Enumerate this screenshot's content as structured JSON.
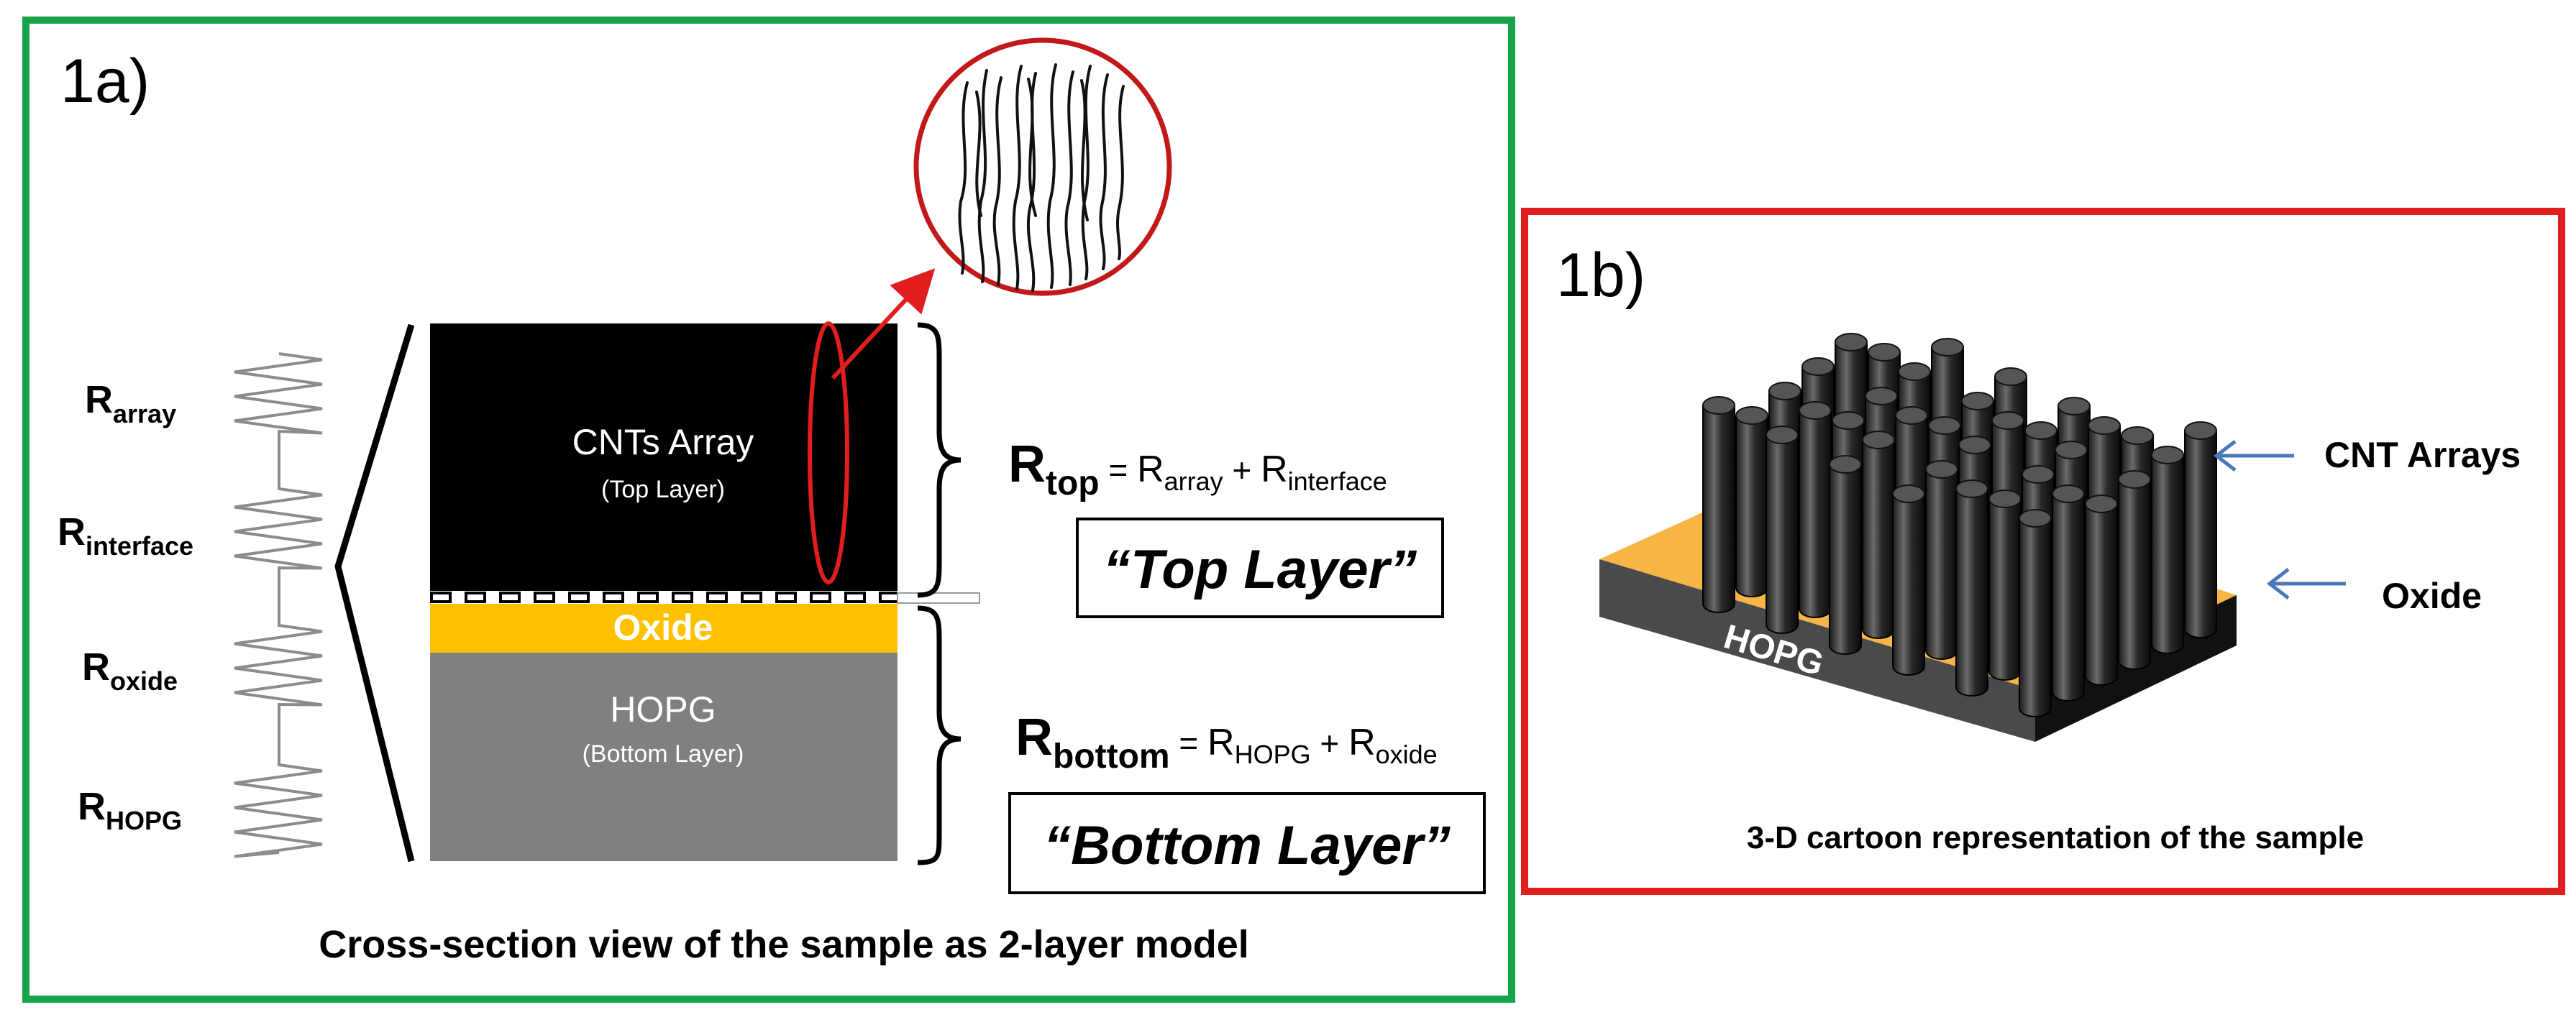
{
  "colors": {
    "panel_a_border": "#16a34a",
    "panel_b_border": "#e11d1d",
    "cnt_layer": "#000000",
    "oxide": "#ffc000",
    "hopg": "#808080",
    "highlight_red": "#e11d1d",
    "arrow_blue": "#4a78b8",
    "spring": "#8c8c8c"
  },
  "panel_a": {
    "label": "1a)",
    "resistors": [
      {
        "base": "R",
        "sub": "array"
      },
      {
        "base": "R",
        "sub": "interface"
      },
      {
        "base": "R",
        "sub": "oxide"
      },
      {
        "base": "R",
        "sub": "HOPG"
      }
    ],
    "top_block": {
      "title": "CNTs Array",
      "subtitle": "(Top Layer)"
    },
    "oxide_label": "Oxide",
    "bottom_block": {
      "title": "HOPG",
      "subtitle": "(Bottom Layer)"
    },
    "eq_top": {
      "lhs_base": "R",
      "lhs_sub": "top",
      "eq": " = ",
      "t1_base": "R",
      "t1_sub": "array",
      "plus": " + ",
      "t2_base": "R",
      "t2_sub": "interface"
    },
    "eq_bottom": {
      "lhs_base": "R",
      "lhs_sub": "bottom",
      "eq": " = ",
      "t1_base": "R",
      "t1_sub": "HOPG",
      "plus": " + ",
      "t2_base": "R",
      "t2_sub": "oxide"
    },
    "top_box_label": "“Top Layer”",
    "bottom_box_label": "“Bottom Layer”",
    "caption": "Cross-section view of the sample as 2-layer model"
  },
  "panel_b": {
    "label": "1b)",
    "cnt_label": "CNT Arrays",
    "oxide_label": "Oxide",
    "base_label": "HOPG",
    "caption": "3-D cartoon representation of the sample"
  }
}
